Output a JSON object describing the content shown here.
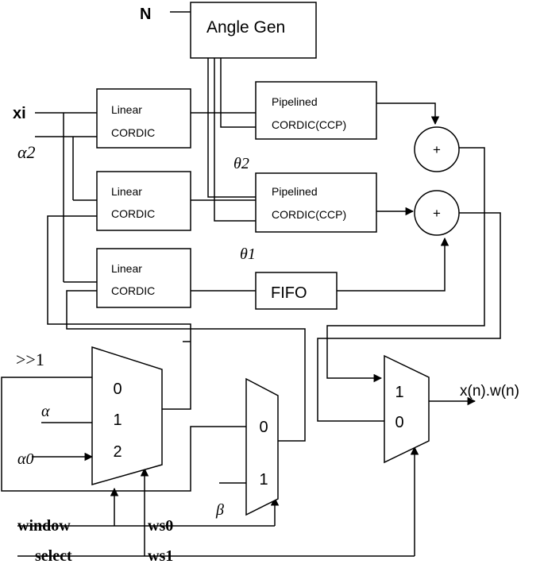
{
  "inputs": {
    "n": "N",
    "xi": "xi",
    "alpha2": "α2",
    "shift": ">>1",
    "alpha": "α",
    "alpha0": "α0",
    "beta": "β"
  },
  "blocks": {
    "angle_gen": "Angle Gen",
    "linear_cordic_1": [
      "Linear",
      "CORDIC"
    ],
    "linear_cordic_2": [
      "Linear",
      "CORDIC"
    ],
    "linear_cordic_3": [
      "Linear",
      "CORDIC"
    ],
    "pipelined_1": [
      "Pipelined",
      "CORDIC(CCP)"
    ],
    "pipelined_2": [
      "Pipelined",
      "CORDIC(CCP)"
    ],
    "fifo": "FIFO",
    "adder_symbol": "+"
  },
  "angles": {
    "theta2": "θ2",
    "theta1": "θ1"
  },
  "muxes": {
    "mux3": [
      "0",
      "1",
      "2"
    ],
    "mux_beta": [
      "0",
      "1"
    ],
    "mux_out": [
      "1",
      "0"
    ]
  },
  "output": "x(n).w(n)",
  "controls": {
    "window": "window",
    "ws0": "ws0",
    "select": "select",
    "ws1": "ws1"
  }
}
